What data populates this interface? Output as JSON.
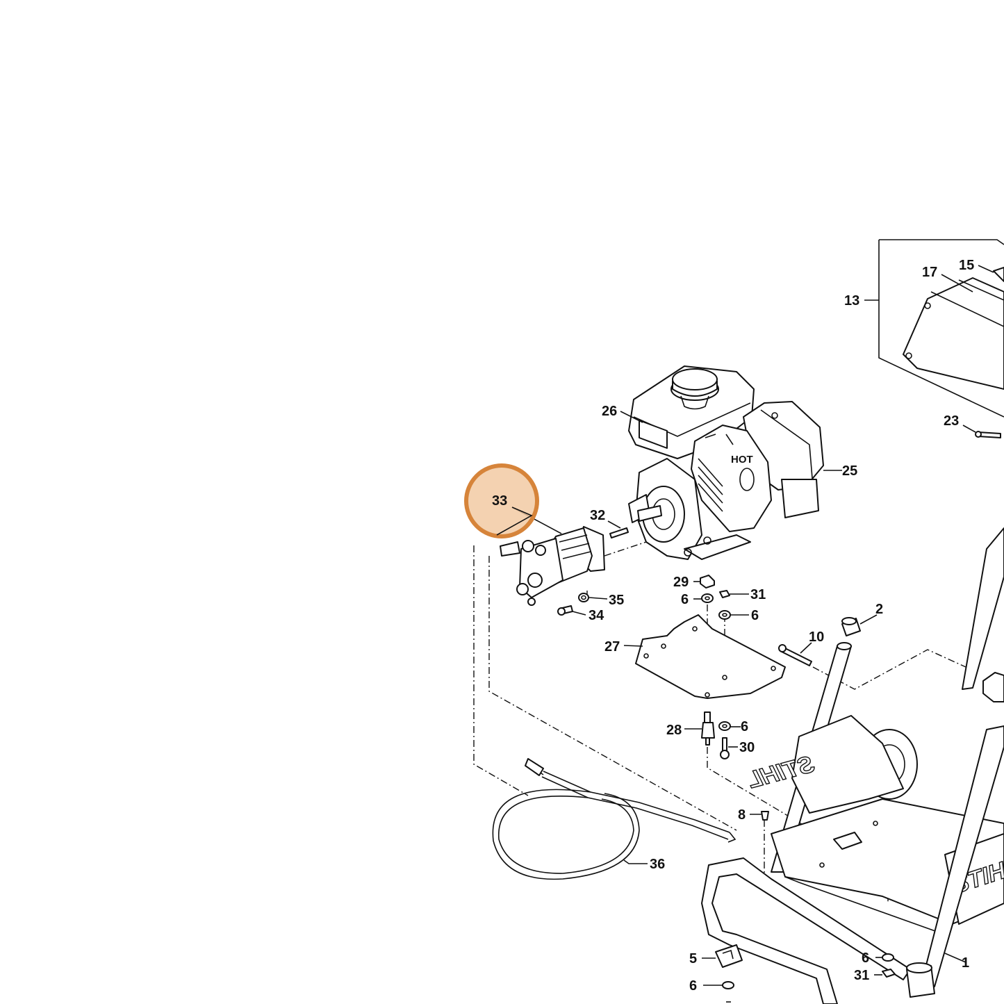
{
  "highlight": {
    "label": "33",
    "color": "#d6843a"
  },
  "callouts": [
    "1",
    "2",
    "5",
    "6",
    "8",
    "10",
    "13",
    "15",
    "17",
    "23",
    "25",
    "26",
    "27",
    "28",
    "29",
    "30",
    "31",
    "32",
    "34",
    "35",
    "36"
  ],
  "brand_text": "STIHL",
  "engine_decal": "HOT",
  "colors": {
    "line": "#111111",
    "background": "#ffffff",
    "highlight_fill": "#f2caa3",
    "highlight_ring": "#d6843a"
  }
}
